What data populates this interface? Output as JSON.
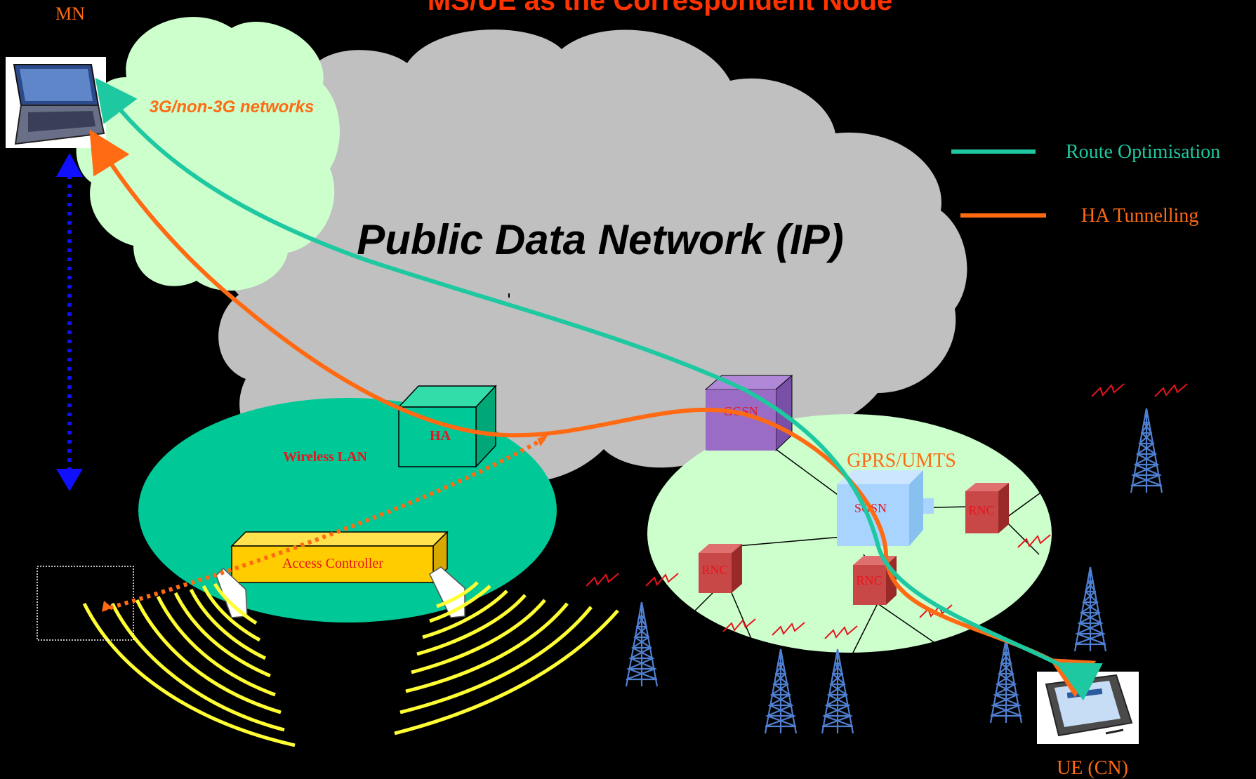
{
  "title": "MS/UE as the Correspondent Node",
  "labels": {
    "mn": "MN",
    "ue_cn": "UE (CN)",
    "cloud_small": "3G/non-3G networks",
    "cloud_main": "Public Data Network (IP)",
    "wlan": "Wireless LAN",
    "ha": "HA",
    "access_controller": "Access Controller",
    "gprs": "GPRS/UMTS",
    "ggsn": "GGSN",
    "sgsn": "SGSN",
    "rnc_right": "RNC",
    "rnc_left": "RNC",
    "rnc_mid": "RNC"
  },
  "legend": {
    "route_opt": {
      "label": "Route Optimisation",
      "color": "#1ec8a0"
    },
    "ha_tunnel": {
      "label": "HA Tunnelling",
      "color": "#ff6a13"
    }
  },
  "colors": {
    "title": "#ff3300",
    "node_text": "#e8141e",
    "cloud_gray": "#c0c0c0",
    "cloud_green": "#ccffcc",
    "wlan_fill": "#00c896",
    "gprs_fill": "#ccffcc",
    "move_arrow": "#1010ff",
    "radio_waves": "#ffff33"
  },
  "icons": {
    "mn_device": "laptop-icon",
    "ue_device": "tablet-icon",
    "towers": "antenna-tower-icon"
  }
}
